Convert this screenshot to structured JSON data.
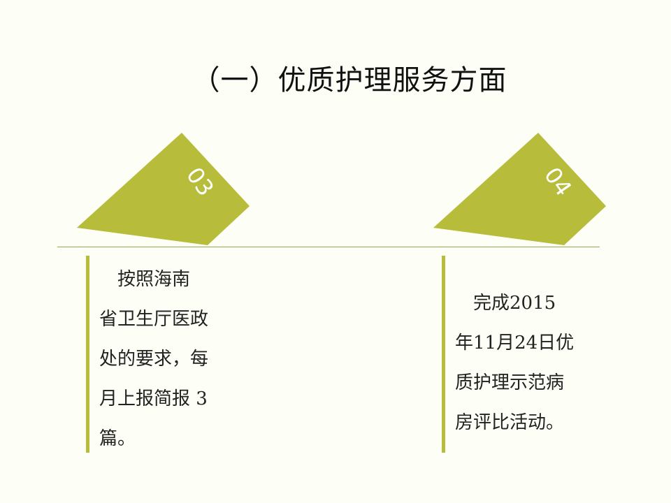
{
  "slide": {
    "title": "（一）优质护理服务方面",
    "colors": {
      "background": "#FDFEF6",
      "accent": "#B7BD3A",
      "divider": "#8DAA4E",
      "text": "#222222"
    },
    "items": [
      {
        "number": "03",
        "text": "　按照海南\n省卫生厅医政\n处的要求，每\n月上报简报 3\n篇。"
      },
      {
        "number": "04",
        "text": "　完成2015\n年11月24日优\n质护理示范病\n房评比活动。"
      }
    ]
  }
}
